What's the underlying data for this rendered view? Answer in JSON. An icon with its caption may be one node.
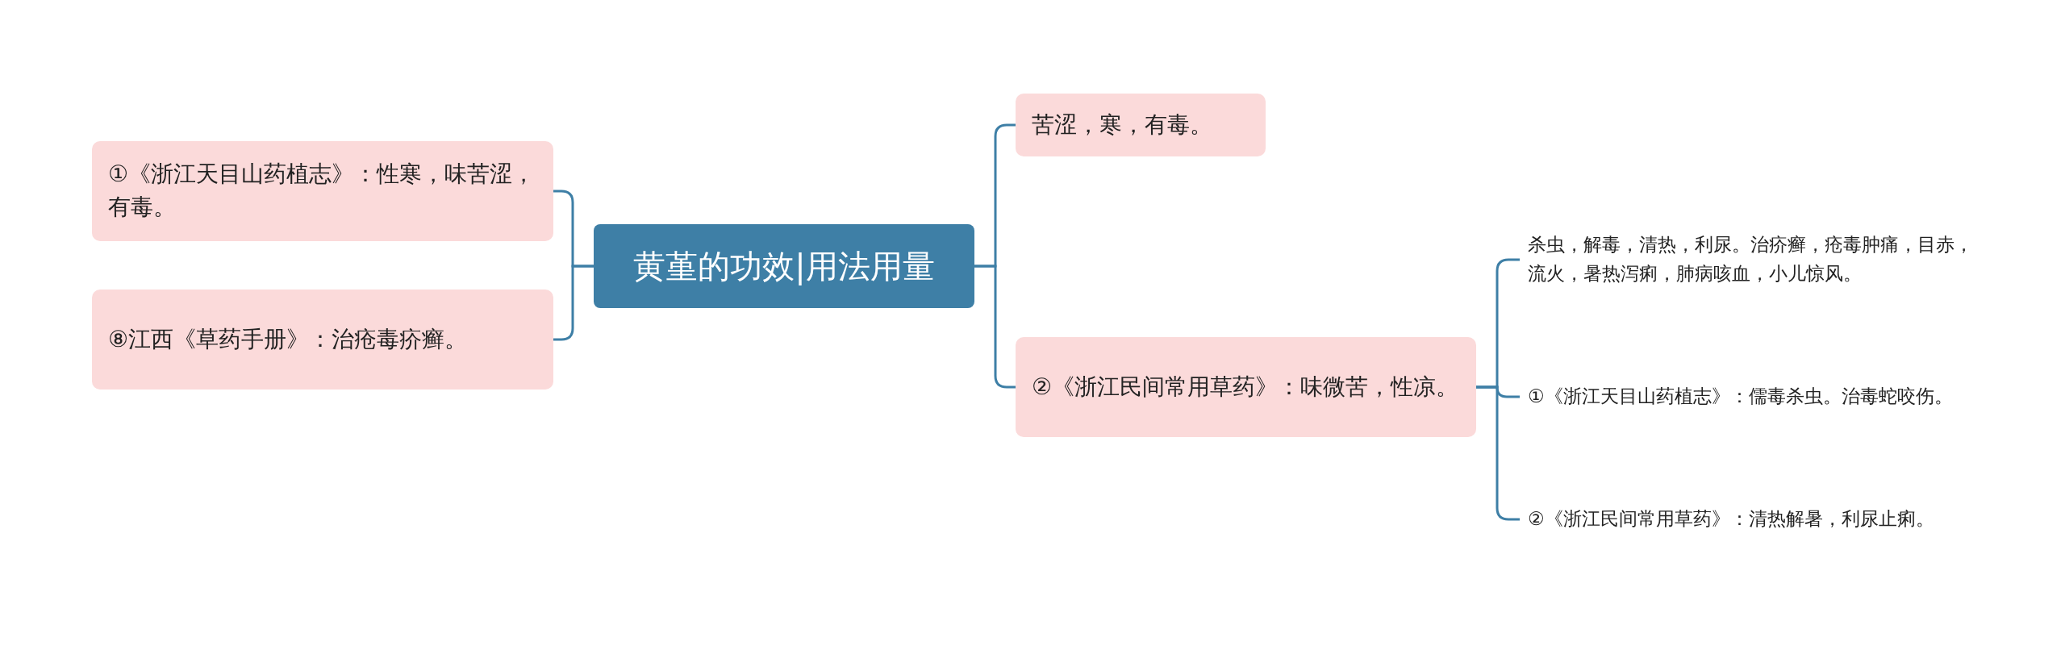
{
  "diagram": {
    "nodes": [
      {
        "text": [
          "黄堇的功效|用法用量"
        ]
      },
      {
        "text": [
          "①《浙江天目山药植志》：性寒，味苦涩，有毒。"
        ]
      },
      {
        "text": [
          "⑧江西《草药手册》：治疮毒疥癣。"
        ]
      },
      {
        "text": [
          "苦涩，寒，有毒。"
        ]
      },
      {
        "text": [
          "②《浙江民间常用草药》：味微苦，性凉。"
        ]
      },
      {
        "text": [
          "杀虫，解毒，清热，利尿。治疥癣，疮毒肿痛，目赤，流火，暑热泻痢，肺病咳血，小儿惊风。"
        ]
      },
      {
        "text": [
          "①《浙江天目山药植志》：儒毒杀虫。治毒蛇咬伤。"
        ]
      },
      {
        "text": [
          "②《浙江民间常用草药》：清热解暑，利尿止痢。"
        ]
      }
    ],
    "edges": [
      {
        "from": 0,
        "to": 1,
        "arrow": "none"
      },
      {
        "from": 0,
        "to": 2,
        "arrow": "none"
      },
      {
        "from": 0,
        "to": 3,
        "arrow": "none"
      },
      {
        "from": 0,
        "to": 4,
        "arrow": "none"
      },
      {
        "from": 4,
        "to": 5,
        "arrow": "none"
      },
      {
        "from": 4,
        "to": 6,
        "arrow": "none"
      },
      {
        "from": 4,
        "to": 7,
        "arrow": "none"
      }
    ]
  }
}
